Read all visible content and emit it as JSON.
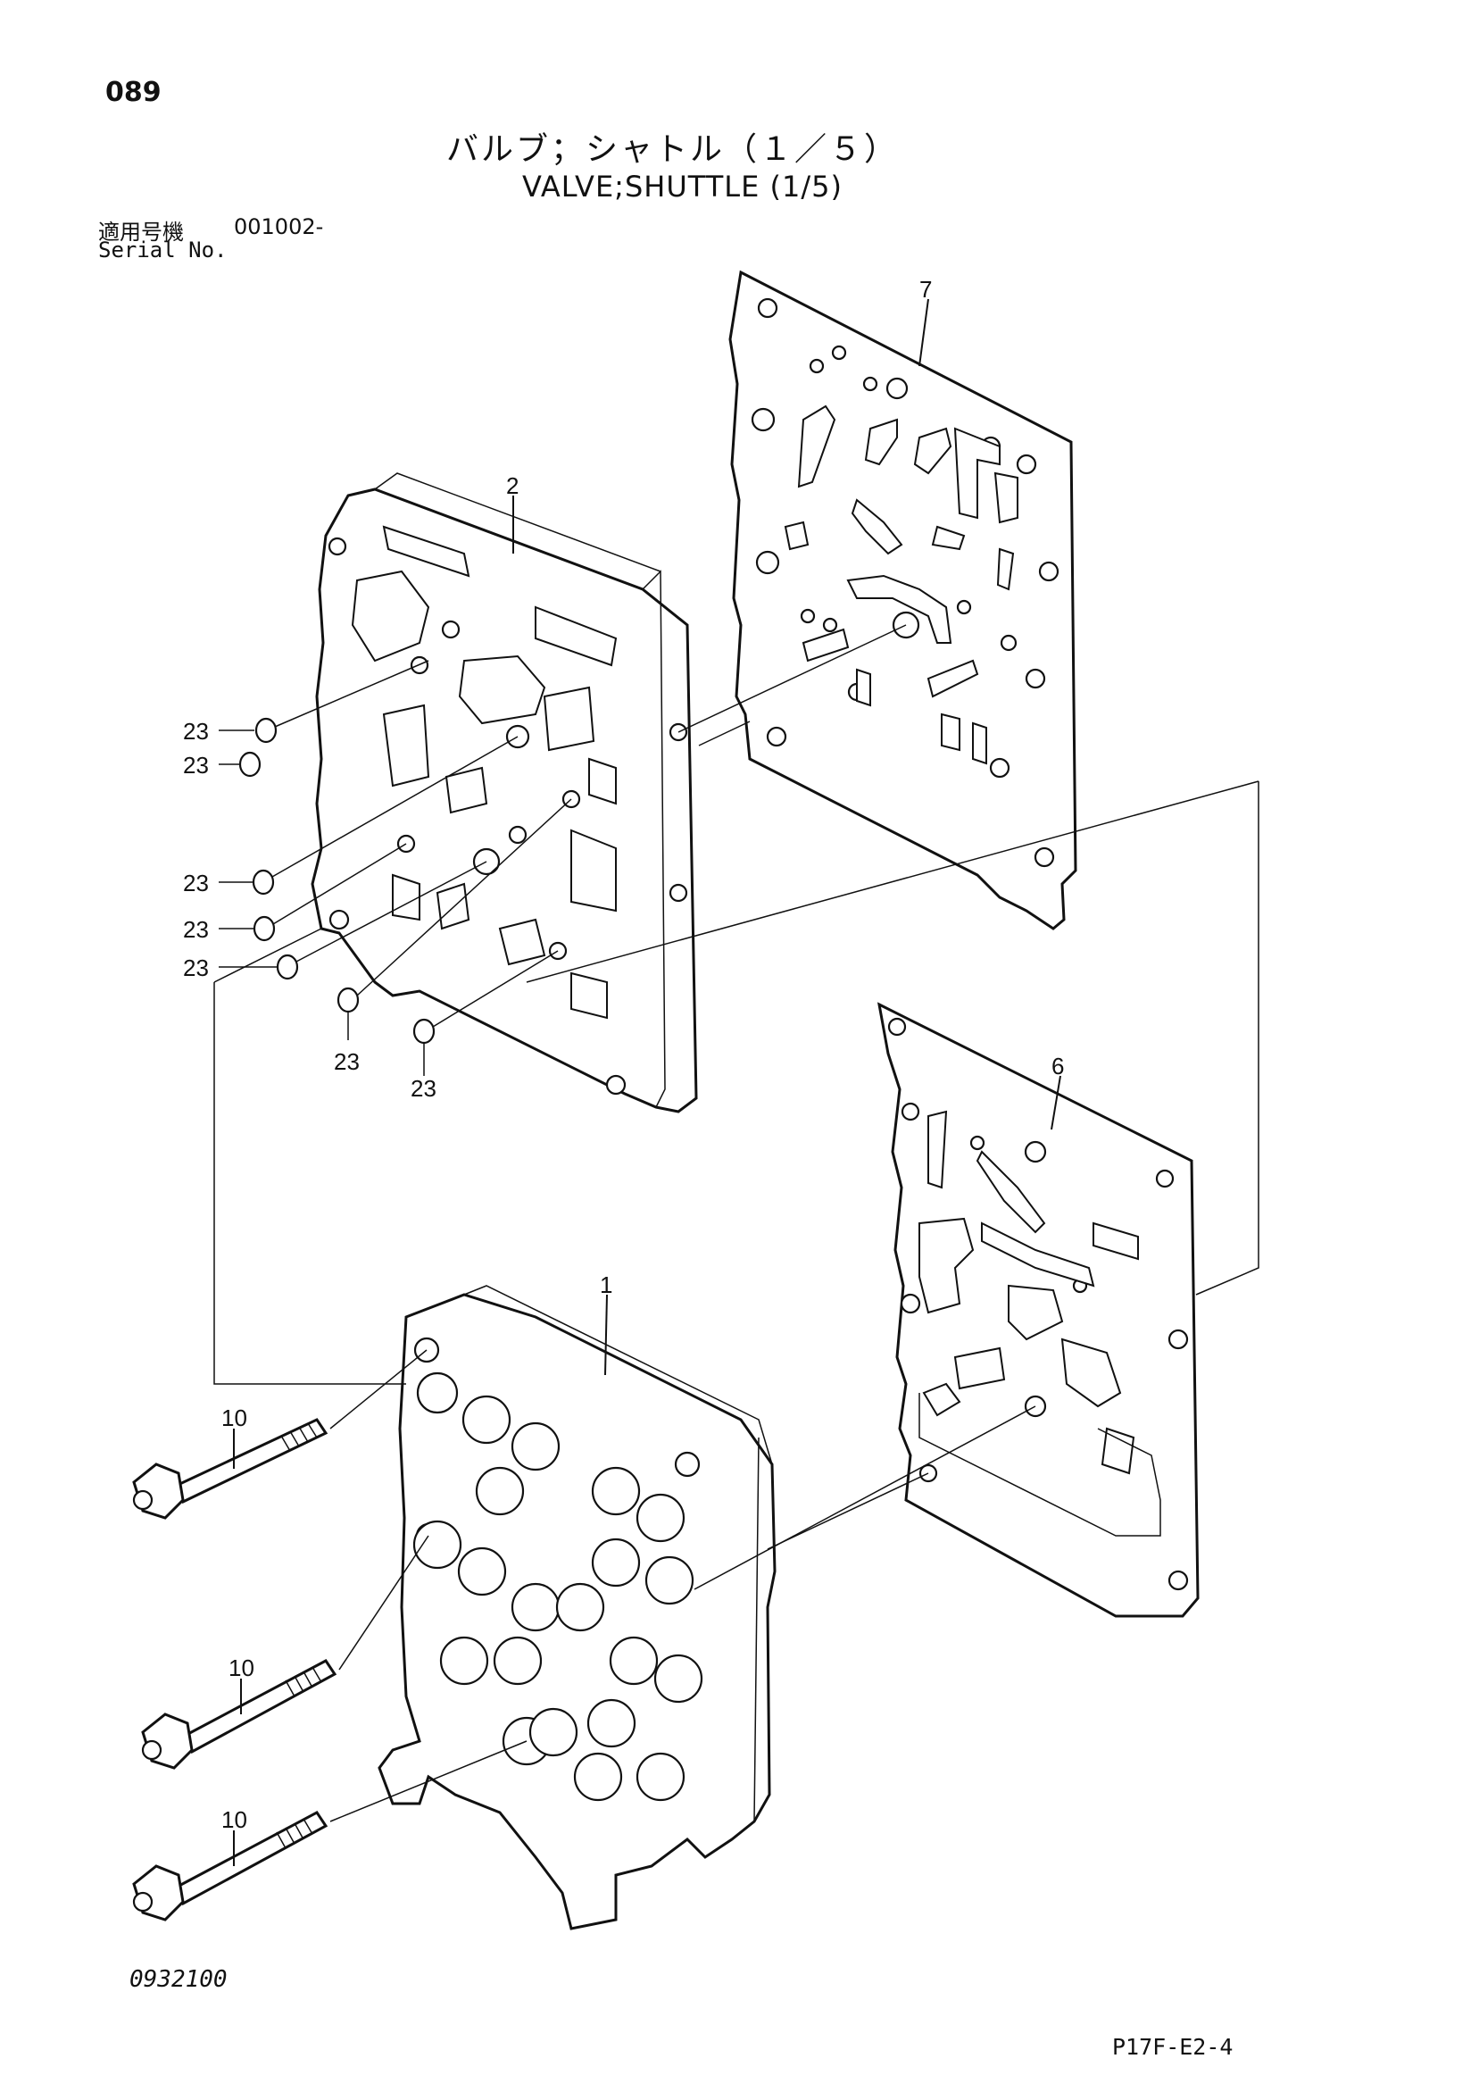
{
  "header": {
    "page_number": "089",
    "title_jp": "バルブ；シャトル（１／５）",
    "title_en": "VALVE;SHUTTLE (1/5)",
    "serial_label_jp": "適用号機",
    "serial_range": "001002-",
    "serial_label_en": "Serial No."
  },
  "callouts": {
    "part_1": "1",
    "part_2": "2",
    "part_6": "6",
    "part_7": "7",
    "part_10": "10",
    "part_23": "23"
  },
  "footer": {
    "drawing_code": "0932100",
    "figure_code": "P17F-E2-4"
  }
}
